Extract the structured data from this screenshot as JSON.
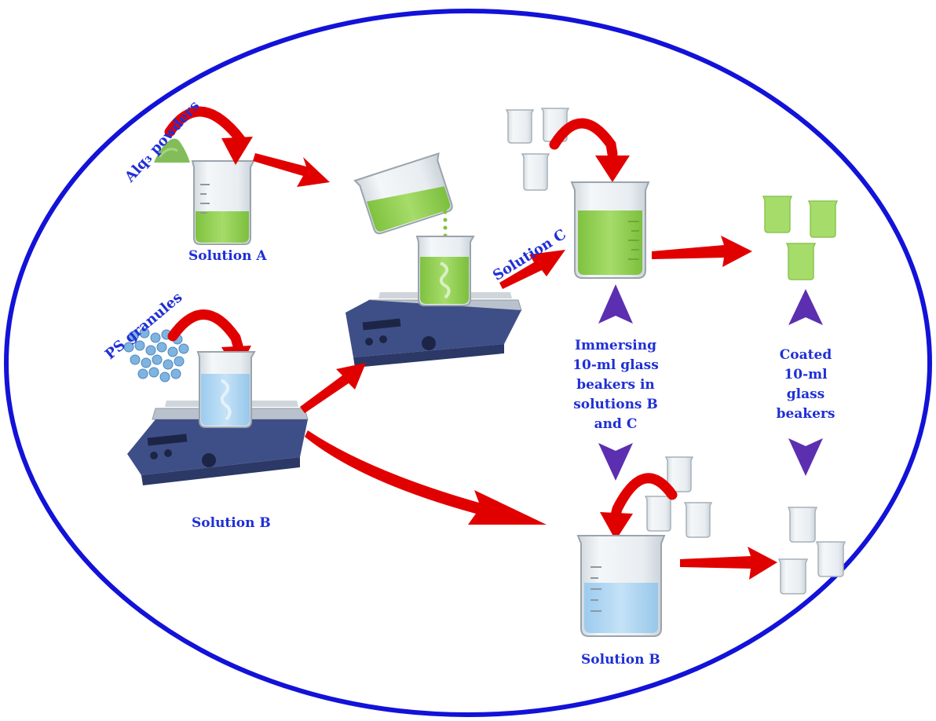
{
  "labels": {
    "alq3_powders": "Alq₃ powders",
    "solution_a": "Solution A",
    "ps_granules": "PS granules",
    "solution_b_left": "Solution B",
    "solution_c": "Solution C",
    "immersing": "Immersing\n10-ml glass\nbeakers in\nsolutions B\nand C",
    "coated": "Coated\n10-ml\nglass\nbeakers",
    "solution_b_bottom": "Solution B"
  },
  "colors": {
    "frame": "#1212d8",
    "label": "#1f2fd6",
    "arrow_red": "#e10000",
    "arrow_purple": "#5b2fb0",
    "liquid_green": "#8fd14f",
    "liquid_blue": "#a9d4f2",
    "glass": "#e9eef2",
    "stirrer_body": "#3e4f88",
    "stirrer_plate": "#b9c2cc"
  },
  "icons": [
    "beaker-icon",
    "magnetic-stirrer-icon",
    "powder-pile-icon",
    "granules-icon",
    "curved-arrow-icon",
    "straight-arrow-icon"
  ]
}
